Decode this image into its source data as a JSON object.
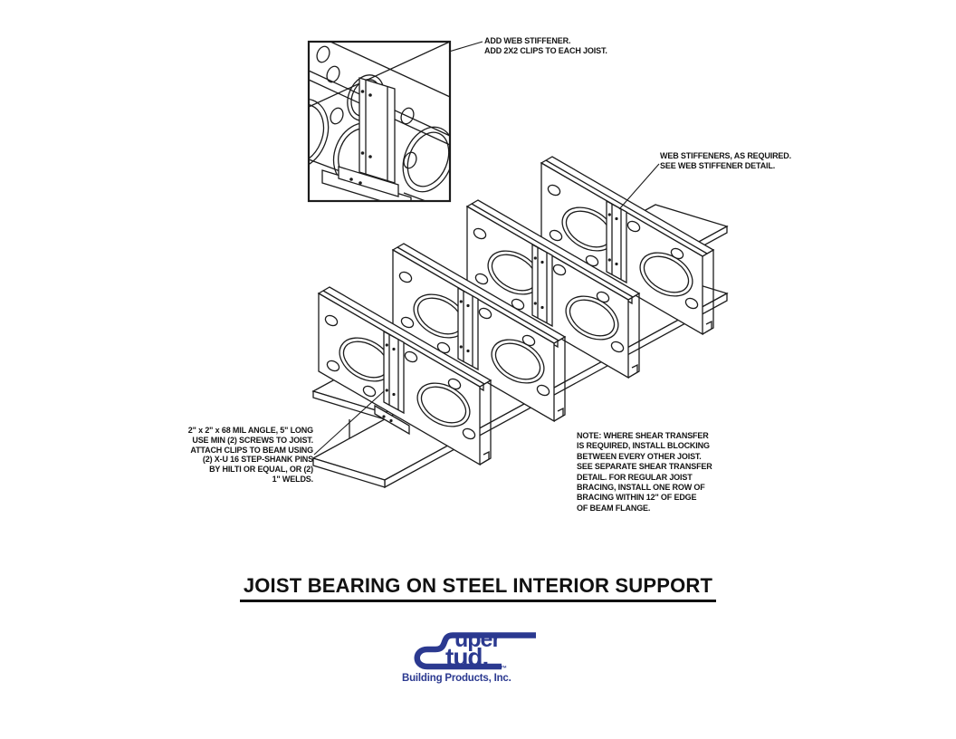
{
  "sheet": {
    "background": "#ffffff",
    "ink": "#1c1c1c"
  },
  "title": {
    "text": "JOIST BEARING ON STEEL INTERIOR SUPPORT"
  },
  "callouts": {
    "add_web_stiffener": {
      "lines": [
        "ADD WEB STIFFENER.",
        "ADD 2X2 CLIPS TO EACH JOIST."
      ]
    },
    "web_stiffeners": {
      "lines": [
        "WEB STIFFENERS, AS REQUIRED.",
        "SEE WEB STIFFENER DETAIL."
      ]
    },
    "clip_angle": {
      "lines": [
        "2\" x 2\" x 68 MIL ANGLE, 5\" LONG",
        "USE MIN (2) SCREWS TO JOIST.",
        "ATTACH CLIPS TO BEAM USING",
        "(2) X-U 16 STEP-SHANK PINS",
        "BY HILTI OR EQUAL, OR (2)",
        "1\" WELDS."
      ]
    },
    "shear_note": {
      "lines": [
        "NOTE: WHERE SHEAR TRANSFER",
        "IS REQUIRED, INSTALL BLOCKING",
        "BETWEEN EVERY OTHER JOIST.",
        "SEE SEPARATE SHEAR TRANSFER",
        "DETAIL. FOR REGULAR JOIST",
        "BRACING, INSTALL ONE ROW OF",
        "BRACING WITHIN 12\" OF EDGE",
        "OF BEAM FLANGE."
      ]
    }
  },
  "logo": {
    "brand": "Super Stud",
    "super_rest": "uper",
    "stud_rest": "tud.",
    "trademark": "™",
    "tagline": "Building Products, Inc.",
    "color": "#2b3990"
  }
}
